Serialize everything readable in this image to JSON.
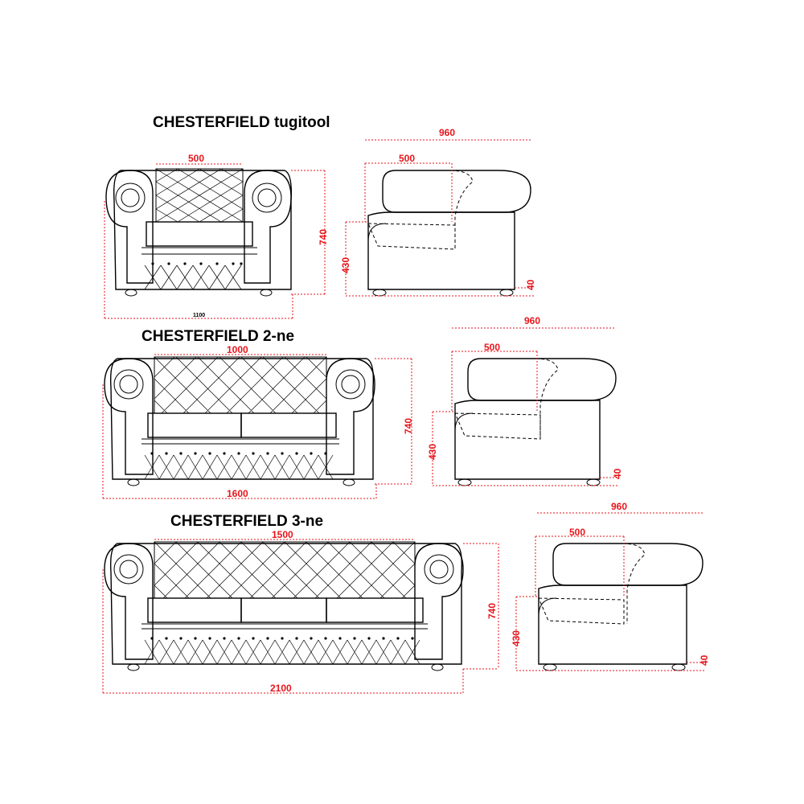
{
  "sections": [
    {
      "title": "CHESTERFIELD tugitool",
      "front": {
        "back_width": "500",
        "height": "740",
        "total_width": "1100"
      },
      "side": {
        "depth": "960",
        "seat_depth": "500",
        "seat_height": "430",
        "leg_height": "40"
      }
    },
    {
      "title": "CHESTERFIELD 2-ne",
      "front": {
        "back_width": "1000",
        "height": "740",
        "total_width": "1600"
      },
      "side": {
        "depth": "960",
        "seat_depth": "500",
        "seat_height": "430",
        "leg_height": "40"
      }
    },
    {
      "title": "CHESTERFIELD 3-ne",
      "front": {
        "back_width": "1500",
        "height": "740",
        "total_width": "2100"
      },
      "side": {
        "depth": "960",
        "seat_depth": "500",
        "seat_height": "430",
        "leg_height": "40"
      }
    }
  ],
  "colors": {
    "dimension": "#e8151b",
    "outline": "#000000"
  }
}
